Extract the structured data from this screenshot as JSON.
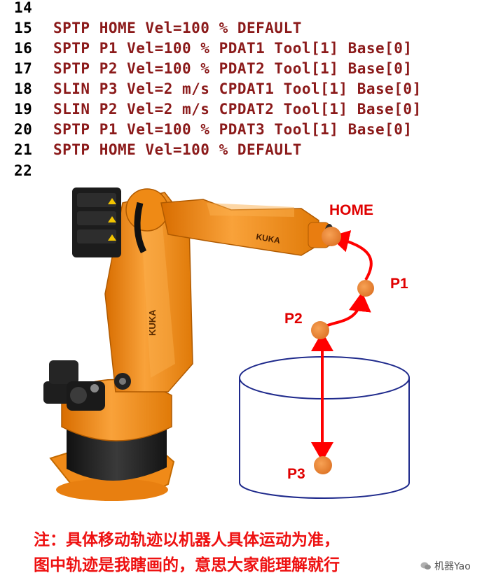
{
  "code": {
    "lines": [
      {
        "no": "14",
        "text": ""
      },
      {
        "no": "15",
        "text": "SPTP HOME Vel=100 % DEFAULT"
      },
      {
        "no": "16",
        "text": "SPTP P1 Vel=100 % PDAT1 Tool[1] Base[0]"
      },
      {
        "no": "17",
        "text": "SPTP P2 Vel=100 % PDAT2 Tool[1] Base[0]"
      },
      {
        "no": "18",
        "text": "SLIN P3 Vel=2 m/s CPDAT1 Tool[1] Base[0]"
      },
      {
        "no": "19",
        "text": "SLIN P2 Vel=2 m/s CPDAT2 Tool[1] Base[0]"
      },
      {
        "no": "20",
        "text": "SPTP P1 Vel=100 % PDAT3 Tool[1] Base[0]"
      },
      {
        "no": "21",
        "text": "SPTP HOME Vel=100 % DEFAULT"
      }
    ],
    "partial_line_no": "22"
  },
  "robot": {
    "brand_arm": "KUKA",
    "brand_body": "KUKA"
  },
  "points": {
    "home": "HOME",
    "p1": "P1",
    "p2": "P2",
    "p3": "P3"
  },
  "note": {
    "line1": "注：具体移动轨迹以机器人具体运动为准，",
    "line2": "图中轨迹是我瞎画的，意思大家能理解就行"
  },
  "watermark": {
    "text": "机器Yao"
  },
  "colors": {
    "code_text": "#8b1a1a",
    "path": "#ff0000",
    "point_fill": "#f0883a",
    "robot_orange": "#f7941d",
    "container_stroke": "#1f2a8c",
    "note": "#ee1111"
  }
}
